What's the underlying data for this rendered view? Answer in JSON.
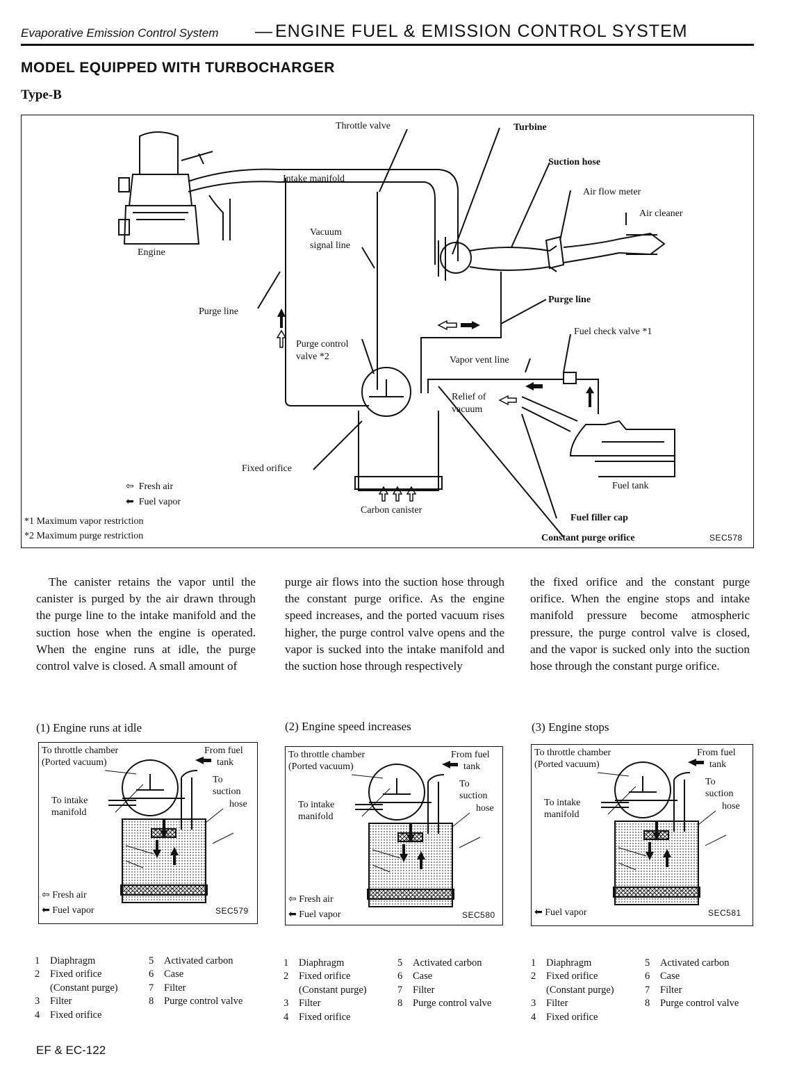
{
  "header": {
    "left": "Evaporative Emission Control System",
    "dash": "—",
    "right": "ENGINE FUEL & EMISSION CONTROL SYSTEM"
  },
  "section_title": "MODEL EQUIPPED WITH TURBOCHARGER",
  "type_label": "Type-B",
  "main_diagram": {
    "code": "SEC578",
    "labels": {
      "throttle_valve": "Throttle valve",
      "turbine": "Turbine",
      "suction_hose": "Suction hose",
      "intake_manifold": "Intake manifold",
      "air_flow_meter": "Air flow meter",
      "air_cleaner": "Air cleaner",
      "engine": "Engine",
      "vacuum": "Vacuum",
      "signal_line": "signal line",
      "purge_line_left": "Purge line",
      "purge_line_right": "Purge line",
      "fuel_check_valve": "Fuel check valve *1",
      "purge_control": "Purge control",
      "valve_2": "valve *2",
      "vapor_vent_line": "Vapor vent line",
      "relief_of": "Relief of",
      "relief_vacuum": "vacuum",
      "fixed_orifice": "Fixed orifice",
      "fresh_air": "Fresh air",
      "fuel_vapor": "Fuel vapor",
      "carbon_canister": "Carbon canister",
      "fuel_tank": "Fuel tank",
      "fuel_filler_cap": "Fuel filler cap",
      "constant_purge_orifice": "Constant purge orifice",
      "note1": "*1  Maximum vapor restriction",
      "note2": "*2  Maximum purge restriction"
    }
  },
  "body_text": {
    "col1": "The canister retains the vapor until the canister is purged by the air drawn through the purge line to the intake manifold and the suction hose when the engine is operated. When the engine runs at idle, the purge control valve is closed. A small amount of",
    "col2": "purge air flows into the suction hose through the constant purge orifice. As the engine speed increases, and the ported vacuum rises higher, the purge control valve opens and the vapor is sucked into the intake manifold and the suction hose through respectively",
    "col3": "the fixed orifice and the constant purge orifice. When the engine stops and intake manifold pressure become atmospheric pressure, the purge control valve is closed, and the vapor is sucked only into the suction hose through the constant purge orifice."
  },
  "sub_diagrams": [
    {
      "caption": "(1)  Engine runs at idle",
      "code": "SEC579",
      "to_throttle": "To throttle chamber",
      "ported": "(Ported vacuum)",
      "from_fuel": "From fuel",
      "tank": "tank",
      "to": "To",
      "suction": "suction",
      "hose": "hose",
      "to_intake": "To intake",
      "manifold": "manifold",
      "fresh_air": "Fresh air",
      "fuel_vapor": "Fuel vapor"
    },
    {
      "caption": "(2)  Engine speed increases",
      "code": "SEC580",
      "to_throttle": "To throttle chamber",
      "ported": "(Ported vacuum)",
      "from_fuel": "From fuel",
      "tank": "tank",
      "to": "To",
      "suction": "suction",
      "hose": "hose",
      "to_intake": "To intake",
      "manifold": "manifold",
      "fresh_air": "Fresh air",
      "fuel_vapor": "Fuel vapor"
    },
    {
      "caption": "(3)  Engine stops",
      "code": "SEC581",
      "to_throttle": "To throttle chamber",
      "ported": "(Ported vacuum)",
      "from_fuel": "From fuel",
      "tank": "tank",
      "to": "To",
      "suction": "suction",
      "hose": "hose",
      "to_intake": "To intake",
      "manifold": "manifold",
      "fresh_air": "",
      "fuel_vapor": "Fuel vapor"
    }
  ],
  "parts_legend": {
    "left": [
      {
        "n": "1",
        "t": "Diaphragm"
      },
      {
        "n": "2",
        "t": "Fixed orifice"
      },
      {
        "n": "",
        "t": "(Constant purge)"
      },
      {
        "n": "3",
        "t": "Filter"
      },
      {
        "n": "4",
        "t": "Fixed orifice"
      }
    ],
    "right": [
      {
        "n": "5",
        "t": "Activated carbon"
      },
      {
        "n": "6",
        "t": "Case"
      },
      {
        "n": "7",
        "t": "Filter"
      },
      {
        "n": "8",
        "t": "Purge control valve"
      }
    ]
  },
  "footer": "EF & EC-122"
}
